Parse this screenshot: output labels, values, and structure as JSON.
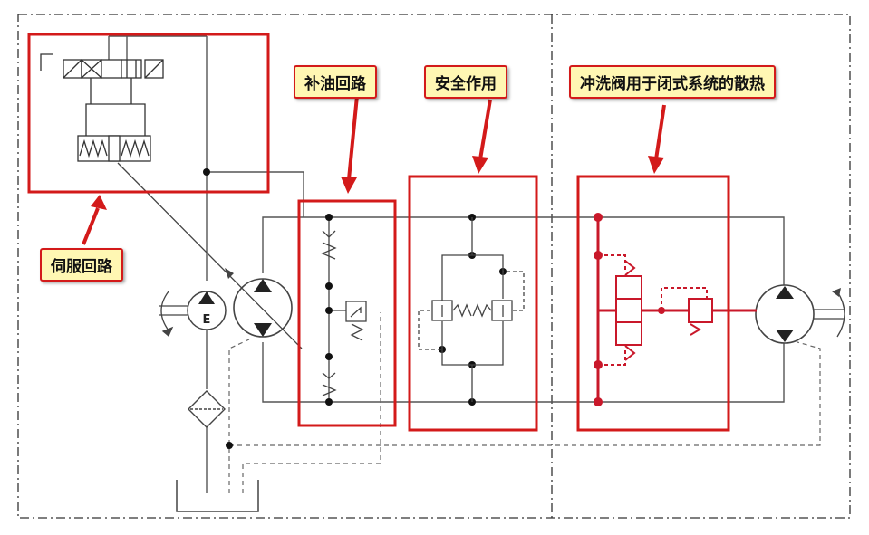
{
  "labels": {
    "servo": "伺服回路",
    "charge": "补油回路",
    "safety": "安全作用",
    "flush": "冲洗阀用于闭式系统的散热"
  },
  "symbols": {
    "motor_letter": "E"
  },
  "colors": {
    "highlight": "#d31a1a",
    "label_bg": "#fff7b3",
    "circuit": "#555555",
    "flush_circuit": "#c9182a"
  }
}
